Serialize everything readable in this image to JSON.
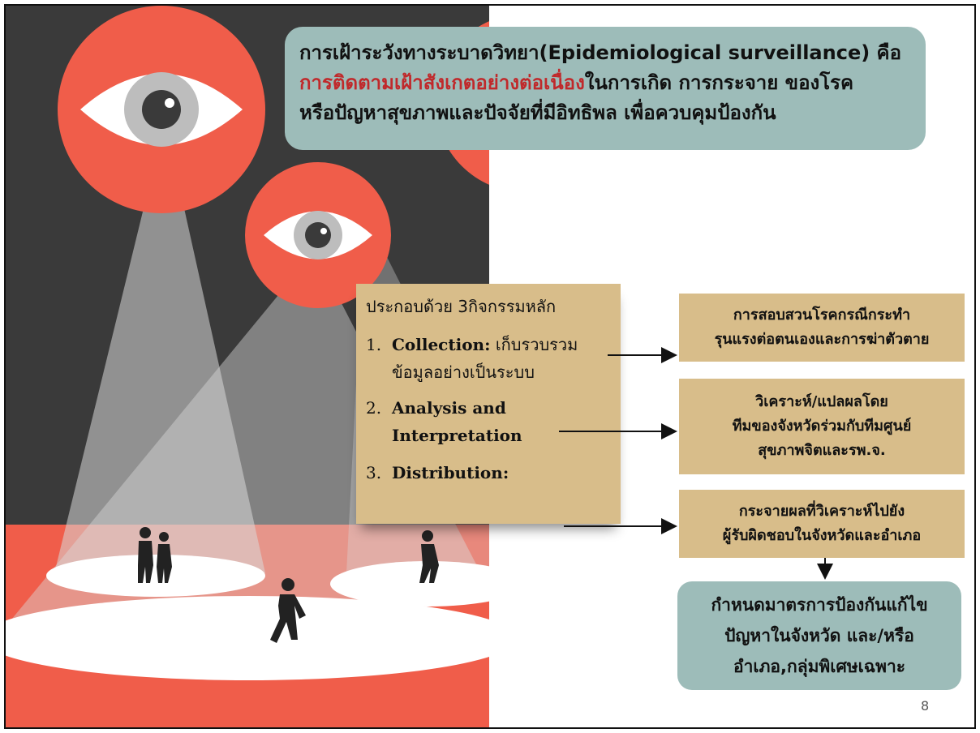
{
  "definition": {
    "line1": "การเฝ้าระวังทางระบาดวิทยา(Epidemiological surveillance) คือ",
    "line2_highlight": "การติดตามเฝ้าสังเกตอย่างต่อเนื่อง",
    "line2_rest": "ในการเกิด การกระจาย ของโรค",
    "line3": "หรือปัญหาสุขภาพและปัจจัยที่มีอิทธิพล เพื่อควบคุมป้องกัน"
  },
  "activities": {
    "heading": "ประกอบด้วย 3กิจกรรมหลัก",
    "items": [
      {
        "num": "1.",
        "bold": "Collection:",
        "text": " เก็บรวบรวม ข้อมูลอย่างเป็นระบบ"
      },
      {
        "num": "2.",
        "bold": "Analysis and Interpretation",
        "text": ""
      },
      {
        "num": "3.",
        "bold": "Distribution:",
        "text": ""
      }
    ]
  },
  "outputs": [
    "การสอบสวนโรคกรณีกระทำ\nรุนแรงต่อตนเองและการฆ่าตัวตาย",
    "วิเคราะห์/แปลผลโดย\nทีมของจังหวัดร่วมกับทีมศูนย์\nสุขภาพจิตและรพ.จ.",
    "กระจายผลที่วิเคราะห์ไปยัง\nผู้รับผิดชอบในจังหวัดและอำเภอ"
  ],
  "final": "กำหนดมาตรการป้องกันแก้ไข\nปัญหาในจังหวัด และ/หรือ\nอำเภอ,กลุ่มพิเศษเฉพาะ",
  "page_number": "8",
  "colors": {
    "teal_box": "#9dbcb9",
    "tan_box": "#d8bd8a",
    "highlight_red": "#c0292b",
    "illustration_dark": "#3a3a3a",
    "illustration_red": "#f05d4a"
  }
}
